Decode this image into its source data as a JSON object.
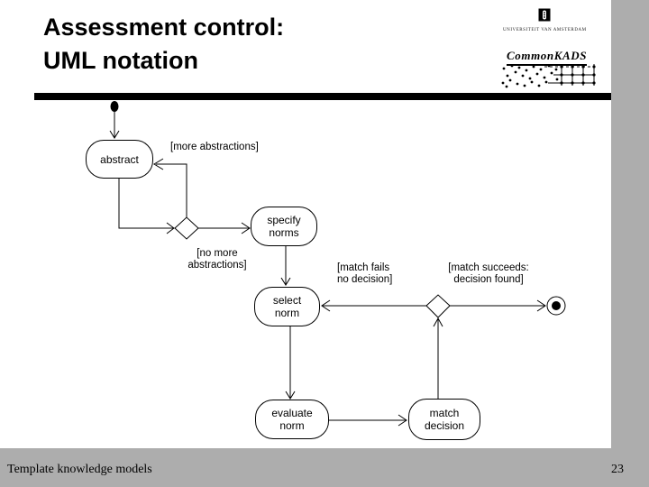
{
  "title": {
    "text": "Assessment control:\nUML notation"
  },
  "logos": {
    "university_name": "UNIVERSITEIT VAN AMSTERDAM",
    "commonkads": "CommonKADS",
    "emblem_icon": "amsterdam-shield-icon",
    "pattern_icon": "dots-to-grid-pattern"
  },
  "diagram": {
    "type": "uml-activity-diagram",
    "icons": {
      "initial_state": "filled-circle",
      "final_state": "bullseye-circle",
      "decision": "diamond"
    },
    "nodes": [
      {
        "id": "abstract",
        "label": "abstract"
      },
      {
        "id": "specify-norms",
        "label": "specify\nnorms"
      },
      {
        "id": "select-norm",
        "label": "select\nnorm"
      },
      {
        "id": "evaluate-norm",
        "label": "evaluate\nnorm"
      },
      {
        "id": "match-decision",
        "label": "match\ndecision"
      }
    ],
    "guards": [
      {
        "id": "more-abstractions",
        "label": "[more abstractions]"
      },
      {
        "id": "no-more-abstractions",
        "label": "[no more\nabstractions]"
      },
      {
        "id": "match-fails",
        "label": "[match fails\nno decision]"
      },
      {
        "id": "match-succeeds",
        "label": "[match succeeds:\ndecision found]"
      }
    ],
    "edges": [
      {
        "from": "initial",
        "to": "abstract"
      },
      {
        "from": "abstract",
        "to": "decision-1"
      },
      {
        "from": "decision-1",
        "to": "abstract",
        "guard": "[more abstractions]"
      },
      {
        "from": "decision-1",
        "to": "specify-norms",
        "guard": "[no more abstractions]"
      },
      {
        "from": "specify-norms",
        "to": "select-norm"
      },
      {
        "from": "select-norm",
        "to": "evaluate-norm"
      },
      {
        "from": "evaluate-norm",
        "to": "match-decision"
      },
      {
        "from": "match-decision",
        "to": "decision-2"
      },
      {
        "from": "decision-2",
        "to": "select-norm",
        "guard": "[match fails no decision]"
      },
      {
        "from": "decision-2",
        "to": "final",
        "guard": "[match succeeds: decision found]"
      }
    ]
  },
  "footer": {
    "text": "Template knowledge models",
    "page_number": "23"
  },
  "colors": {
    "background": "#ffffff",
    "ink": "#000000",
    "gray_band": "#adadad"
  }
}
